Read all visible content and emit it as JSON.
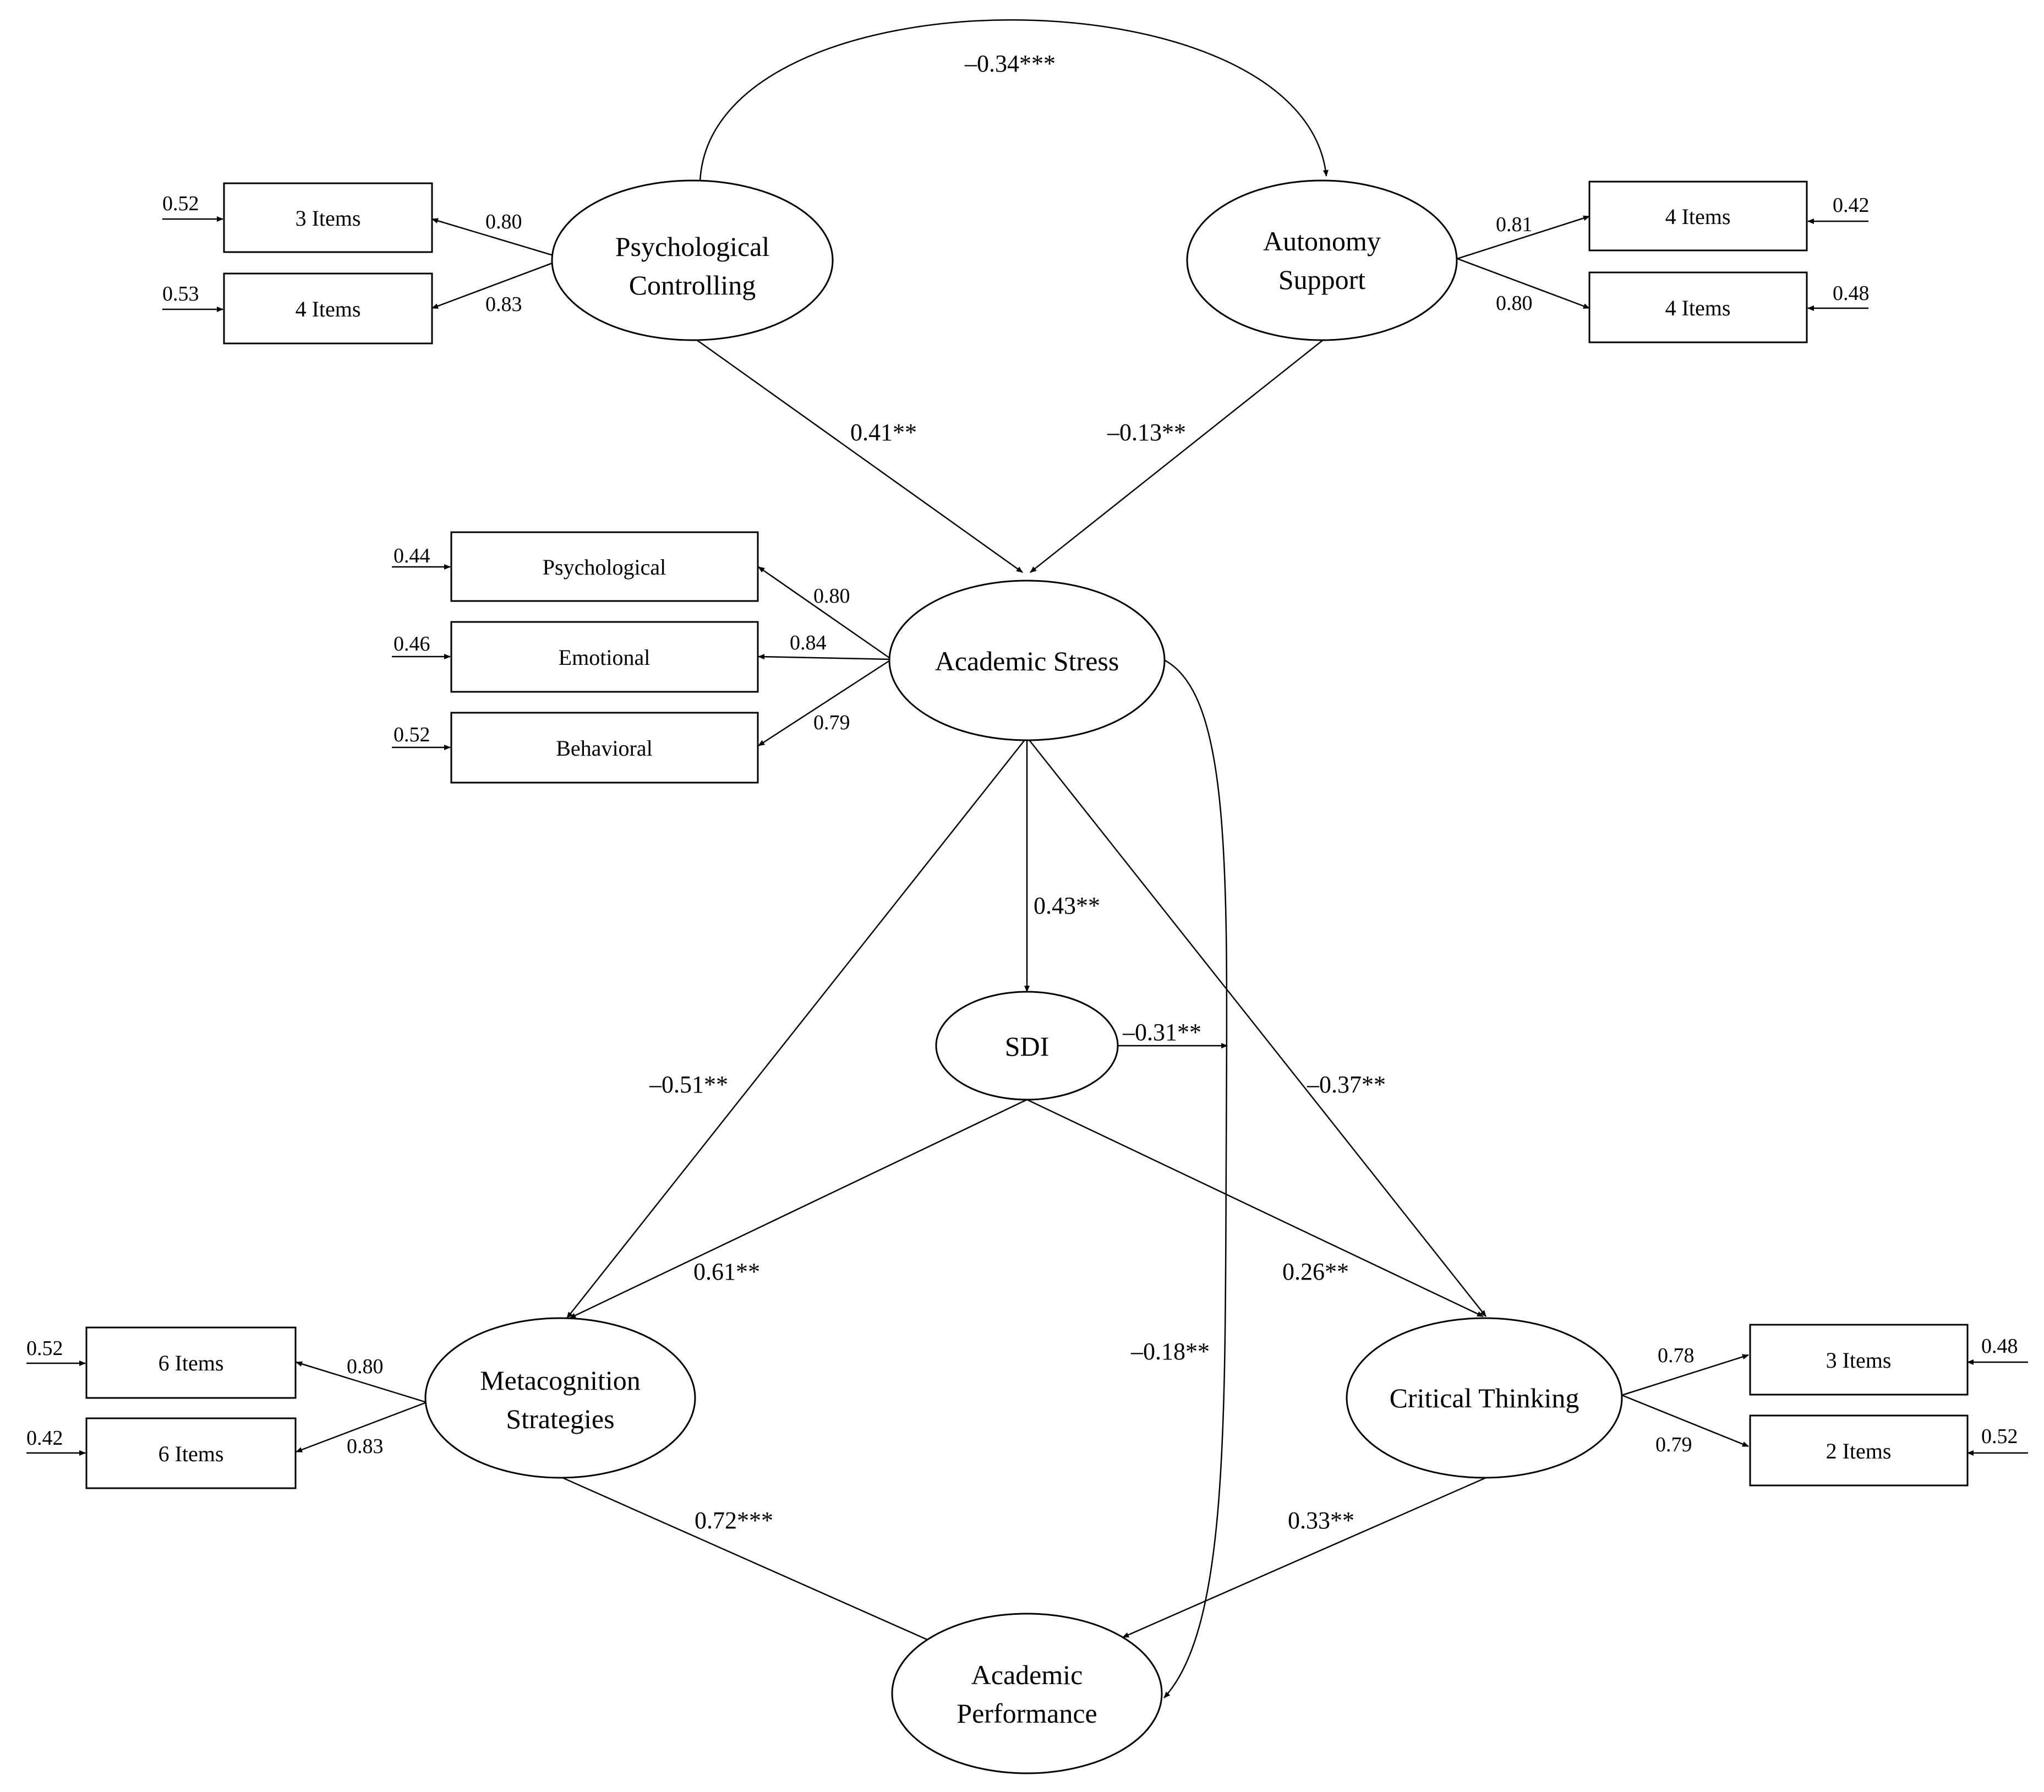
{
  "latents": {
    "psych_controlling": [
      "Psychological",
      "Controlling"
    ],
    "autonomy_support": [
      "Autonomy",
      "Support"
    ],
    "academic_stress": [
      "Academic Stress"
    ],
    "sdi": [
      "SDI"
    ],
    "metacognition": [
      "Metacognition",
      "Strategies"
    ],
    "critical_thinking": [
      "Critical Thinking"
    ],
    "academic_performance": [
      "Academic",
      "Performance"
    ]
  },
  "indicators": {
    "pc1": "3 Items",
    "pc2": "4 Items",
    "as1": "4 Items",
    "as2": "4 Items",
    "st1": "Psychological",
    "st2": "Emotional",
    "st3": "Behavioral",
    "mc1": "6 Items",
    "mc2": "6 Items",
    "ct1": "3 Items",
    "ct2": "2 Items"
  },
  "errors": {
    "pc1": "0.52",
    "pc2": "0.53",
    "as1": "0.42",
    "as2": "0.48",
    "st1": "0.44",
    "st2": "0.46",
    "st3": "0.52",
    "mc1": "0.52",
    "mc2": "0.42",
    "ct1": "0.48",
    "ct2": "0.52"
  },
  "loadings": {
    "pc1": "0.80",
    "pc2": "0.83",
    "as1": "0.81",
    "as2": "0.80",
    "st1": "0.80",
    "st2": "0.84",
    "st3": "0.79",
    "mc1": "0.80",
    "mc2": "0.83",
    "ct1": "0.78",
    "ct2": "0.79"
  },
  "paths": {
    "pc_as_cov": "–0.34***",
    "pc_stress": "0.41**",
    "as_stress": "–0.13**",
    "stress_sdi": "0.43**",
    "sdi_perf": "–0.31**",
    "stress_meta": "–0.51**",
    "stress_ct": "–0.37**",
    "sdi_meta": "0.61**",
    "sdi_ct": "0.26**",
    "stress_perf": "–0.18**",
    "meta_perf": "0.72***",
    "ct_perf": "0.33**"
  }
}
